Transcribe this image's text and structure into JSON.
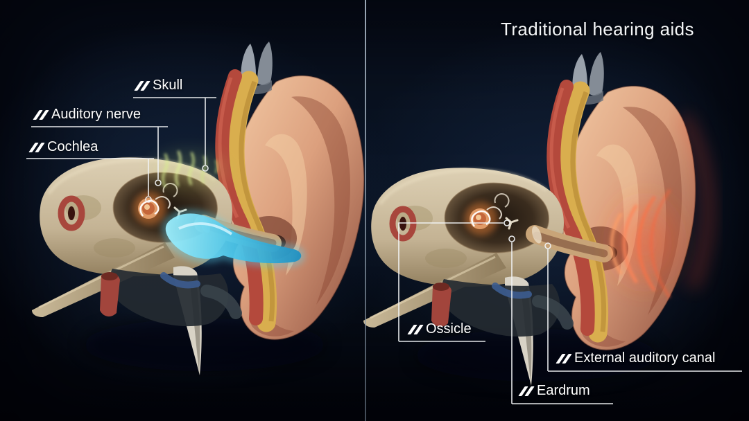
{
  "panels": {
    "left": {
      "labels": [
        {
          "name": "skull",
          "text": "Skull"
        },
        {
          "name": "auditory-nerve",
          "text": "Auditory nerve"
        },
        {
          "name": "cochlea",
          "text": "Cochlea"
        }
      ]
    },
    "right": {
      "title": "Traditional hearing aids",
      "labels": [
        {
          "name": "ossicle",
          "text": "Ossicle"
        },
        {
          "name": "eardrum",
          "text": "Eardrum"
        },
        {
          "name": "external-auditory-canal",
          "text": "External auditory canal"
        }
      ]
    }
  },
  "palette": {
    "background": "#070d18",
    "divider": "#97a4b0",
    "label_text": "#ffffff",
    "bone": "#cfc0a0",
    "skin": "#e0a87f",
    "band_red": "#b4493c",
    "band_yellow": "#d9ae4e",
    "fluid_blue": "#46c6ec",
    "sound_glow_green": "#d8ee8e",
    "sound_glow_red": "#ff6f44",
    "cochlea_orange": "#e09a66"
  },
  "icons": {
    "label_marker": "double-slash-icon"
  }
}
